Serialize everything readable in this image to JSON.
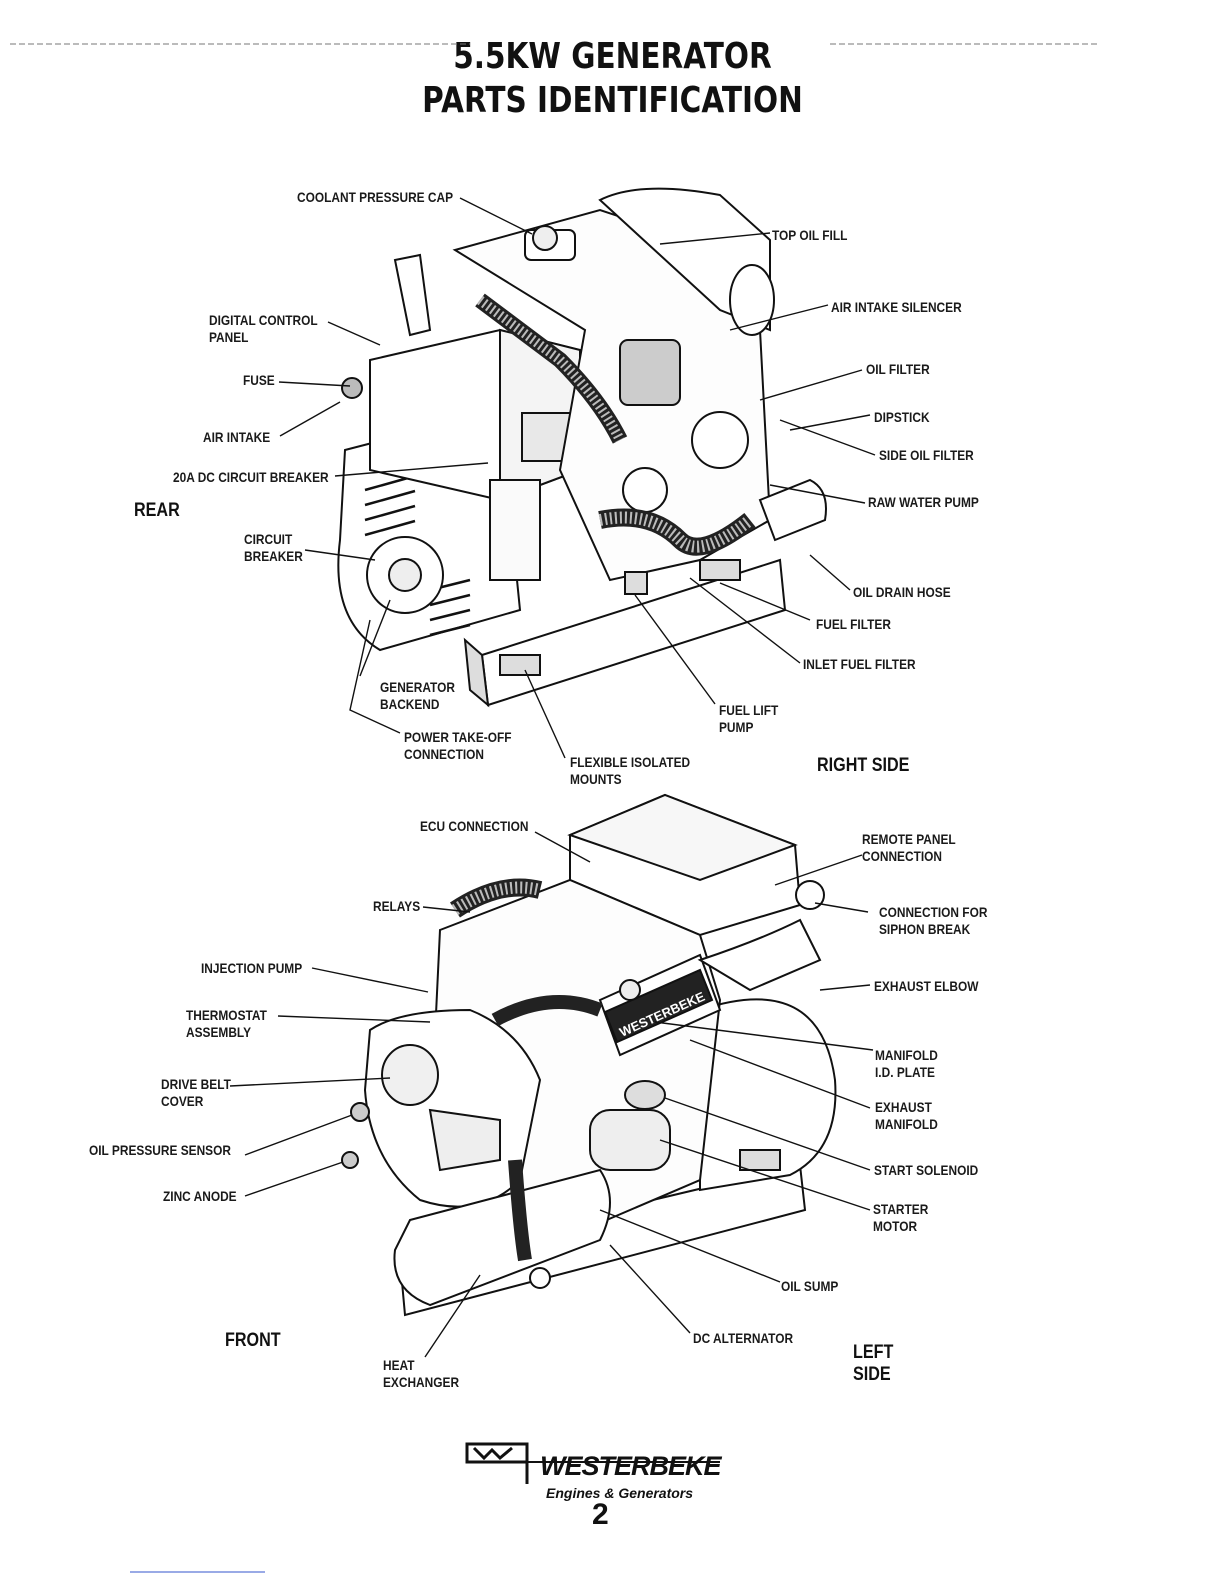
{
  "header": {
    "title_line1": "5.5KW GENERATOR",
    "title_line2": "PARTS IDENTIFICATION"
  },
  "top_view": {
    "labels": {
      "coolant_pressure_cap": "COOLANT PRESSURE CAP",
      "top_oil_fill": "TOP OIL FILL",
      "digital_control_panel": "DIGITAL CONTROL\nPANEL",
      "air_intake_silencer": "AIR INTAKE SILENCER",
      "fuse": "FUSE",
      "oil_filter": "OIL FILTER",
      "air_intake": "AIR INTAKE",
      "dipstick": "DIPSTICK",
      "side_oil_filter": "SIDE OIL FILTER",
      "dc_circuit_breaker": "20A DC CIRCUIT BREAKER",
      "raw_water_pump": "RAW WATER PUMP",
      "circuit_breaker": "CIRCUIT\nBREAKER",
      "oil_drain_hose": "OIL DRAIN HOSE",
      "fuel_filter": "FUEL FILTER",
      "inlet_fuel_filter": "INLET FUEL FILTER",
      "generator_backend": "GENERATOR\nBACKEND",
      "fuel_lift_pump": "FUEL LIFT\nPUMP",
      "power_take_off": "POWER TAKE-OFF\nCONNECTION",
      "flexible_mounts": "FLEXIBLE ISOLATED\nMOUNTS"
    },
    "side_rear": "REAR",
    "side_right": "RIGHT SIDE"
  },
  "bottom_view": {
    "labels": {
      "ecu_connection": "ECU CONNECTION",
      "remote_panel_connection": "REMOTE PANEL\nCONNECTION",
      "relays": "RELAYS",
      "siphon_break": "CONNECTION FOR\nSIPHON BREAK",
      "injection_pump": "INJECTION PUMP",
      "exhaust_elbow": "EXHAUST ELBOW",
      "thermostat_assembly": "THERMOSTAT\nASSEMBLY",
      "manifold_id_plate": "MANIFOLD\nI.D. PLATE",
      "drive_belt_cover": "DRIVE BELT\nCOVER",
      "exhaust_manifold": "EXHAUST\nMANIFOLD",
      "oil_pressure_sensor": "OIL PRESSURE SENSOR",
      "start_solenoid": "START SOLENOID",
      "zinc_anode": "ZINC ANODE",
      "starter_motor": "STARTER\nMOTOR",
      "oil_sump": "OIL SUMP",
      "dc_alternator": "DC ALTERNATOR",
      "heat_exchanger": "HEAT\nEXCHANGER"
    },
    "side_front": "FRONT",
    "side_left": "LEFT\nSIDE",
    "plate_text": "WESTERBEKE"
  },
  "footer": {
    "brand": "WESTERBEKE",
    "tagline": "Engines & Generators",
    "page_number": "2"
  }
}
